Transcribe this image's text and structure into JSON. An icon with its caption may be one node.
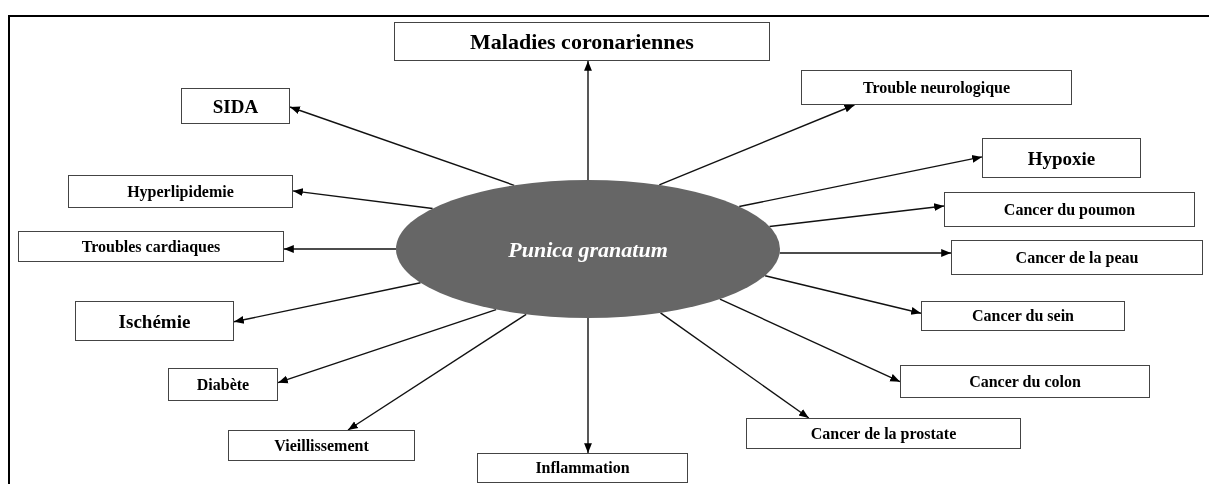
{
  "diagram": {
    "nodes": [
      {
        "text": [
          "Punica granatum"
        ]
      },
      {
        "text": [
          "Maladies coronariennes"
        ]
      },
      {
        "text": [
          "SIDA"
        ]
      },
      {
        "text": [
          "Trouble neurologique"
        ]
      },
      {
        "text": [
          "Hypoxie"
        ]
      },
      {
        "text": [
          "Hyperlipidemie"
        ]
      },
      {
        "text": [
          "Cancer du poumon"
        ]
      },
      {
        "text": [
          "Troubles cardiaques"
        ]
      },
      {
        "text": [
          "Cancer de la peau"
        ]
      },
      {
        "text": [
          "Ischémie"
        ]
      },
      {
        "text": [
          "Cancer du sein"
        ]
      },
      {
        "text": [
          "Diabète"
        ]
      },
      {
        "text": [
          "Cancer du colon"
        ]
      },
      {
        "text": [
          "Vieillissement"
        ]
      },
      {
        "text": [
          "Cancer de la prostate"
        ]
      },
      {
        "text": [
          "Inflammation"
        ]
      }
    ],
    "edges": [
      {
        "from": 0,
        "to": 1,
        "arrow": "to"
      },
      {
        "from": 0,
        "to": 2,
        "arrow": "to"
      },
      {
        "from": 0,
        "to": 3,
        "arrow": "to"
      },
      {
        "from": 0,
        "to": 4,
        "arrow": "to"
      },
      {
        "from": 0,
        "to": 5,
        "arrow": "to"
      },
      {
        "from": 0,
        "to": 6,
        "arrow": "to"
      },
      {
        "from": 0,
        "to": 7,
        "arrow": "to"
      },
      {
        "from": 0,
        "to": 8,
        "arrow": "to"
      },
      {
        "from": 0,
        "to": 9,
        "arrow": "to"
      },
      {
        "from": 0,
        "to": 10,
        "arrow": "to"
      },
      {
        "from": 0,
        "to": 11,
        "arrow": "to"
      },
      {
        "from": 0,
        "to": 12,
        "arrow": "to"
      },
      {
        "from": 0,
        "to": 13,
        "arrow": "to"
      },
      {
        "from": 0,
        "to": 14,
        "arrow": "to"
      },
      {
        "from": 0,
        "to": 15,
        "arrow": "to"
      }
    ]
  }
}
